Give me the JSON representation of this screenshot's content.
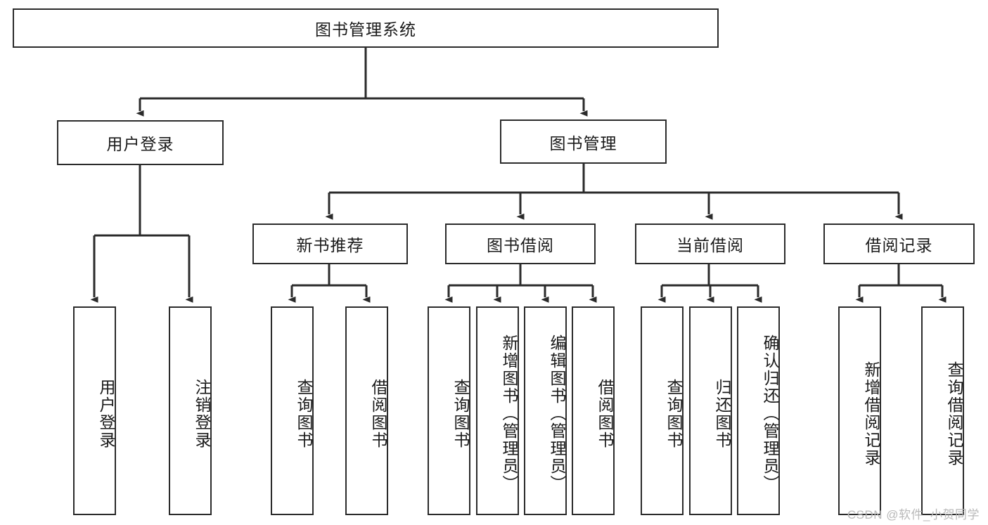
{
  "diagram": {
    "type": "tree-hierarchy",
    "title": "图书管理系统",
    "watermark": "CSDN @软件_小贺同学",
    "colors": {
      "background": "#ffffff",
      "box_border": "#2b2b2b",
      "box_fill": "#ffffff",
      "text": "#1a1a1a",
      "connector": "#2b2b2b",
      "watermark": "#b9b9b9"
    },
    "levels": [
      {
        "level": 1,
        "nodes": [
          {
            "id": "root",
            "label": "图书管理系统",
            "orientation": "horizontal"
          }
        ]
      },
      {
        "level": 2,
        "nodes": [
          {
            "id": "login",
            "label": "用户登录",
            "orientation": "horizontal",
            "parent": "root"
          },
          {
            "id": "bookmgmt",
            "label": "图书管理",
            "orientation": "horizontal",
            "parent": "root"
          }
        ]
      },
      {
        "level": 3,
        "nodes": [
          {
            "id": "newbook",
            "label": "新书推荐",
            "orientation": "horizontal",
            "parent": "bookmgmt"
          },
          {
            "id": "borrow",
            "label": "图书借阅",
            "orientation": "horizontal",
            "parent": "bookmgmt"
          },
          {
            "id": "current",
            "label": "当前借阅",
            "orientation": "horizontal",
            "parent": "bookmgmt"
          },
          {
            "id": "records",
            "label": "借阅记录",
            "orientation": "horizontal",
            "parent": "bookmgmt"
          }
        ]
      },
      {
        "level": 4,
        "nodes": [
          {
            "id": "leaf1",
            "label": "用户登录",
            "orientation": "vertical",
            "parent": "login"
          },
          {
            "id": "leaf2",
            "label": "注销登录",
            "orientation": "vertical",
            "parent": "login"
          },
          {
            "id": "leaf3",
            "label": "查询图书",
            "orientation": "vertical",
            "parent": "newbook"
          },
          {
            "id": "leaf4",
            "label": "借阅图书",
            "orientation": "vertical",
            "parent": "newbook"
          },
          {
            "id": "leaf5",
            "label": "查询图书",
            "orientation": "vertical",
            "parent": "borrow"
          },
          {
            "id": "leaf6",
            "label": "新增图书（管理员）",
            "orientation": "vertical",
            "parent": "borrow"
          },
          {
            "id": "leaf7",
            "label": "编辑图书（管理员）",
            "orientation": "vertical",
            "parent": "borrow"
          },
          {
            "id": "leaf8",
            "label": "借阅图书",
            "orientation": "vertical",
            "parent": "borrow"
          },
          {
            "id": "leaf9",
            "label": "查询图书",
            "orientation": "vertical",
            "parent": "current"
          },
          {
            "id": "leaf10",
            "label": "归还图书",
            "orientation": "vertical",
            "parent": "current"
          },
          {
            "id": "leaf11",
            "label": "确认归还（管理员）",
            "orientation": "vertical",
            "parent": "current"
          },
          {
            "id": "leaf12",
            "label": "新增借阅记录",
            "orientation": "vertical",
            "parent": "records"
          },
          {
            "id": "leaf13",
            "label": "查询借阅记录",
            "orientation": "vertical",
            "parent": "records"
          }
        ]
      }
    ]
  }
}
